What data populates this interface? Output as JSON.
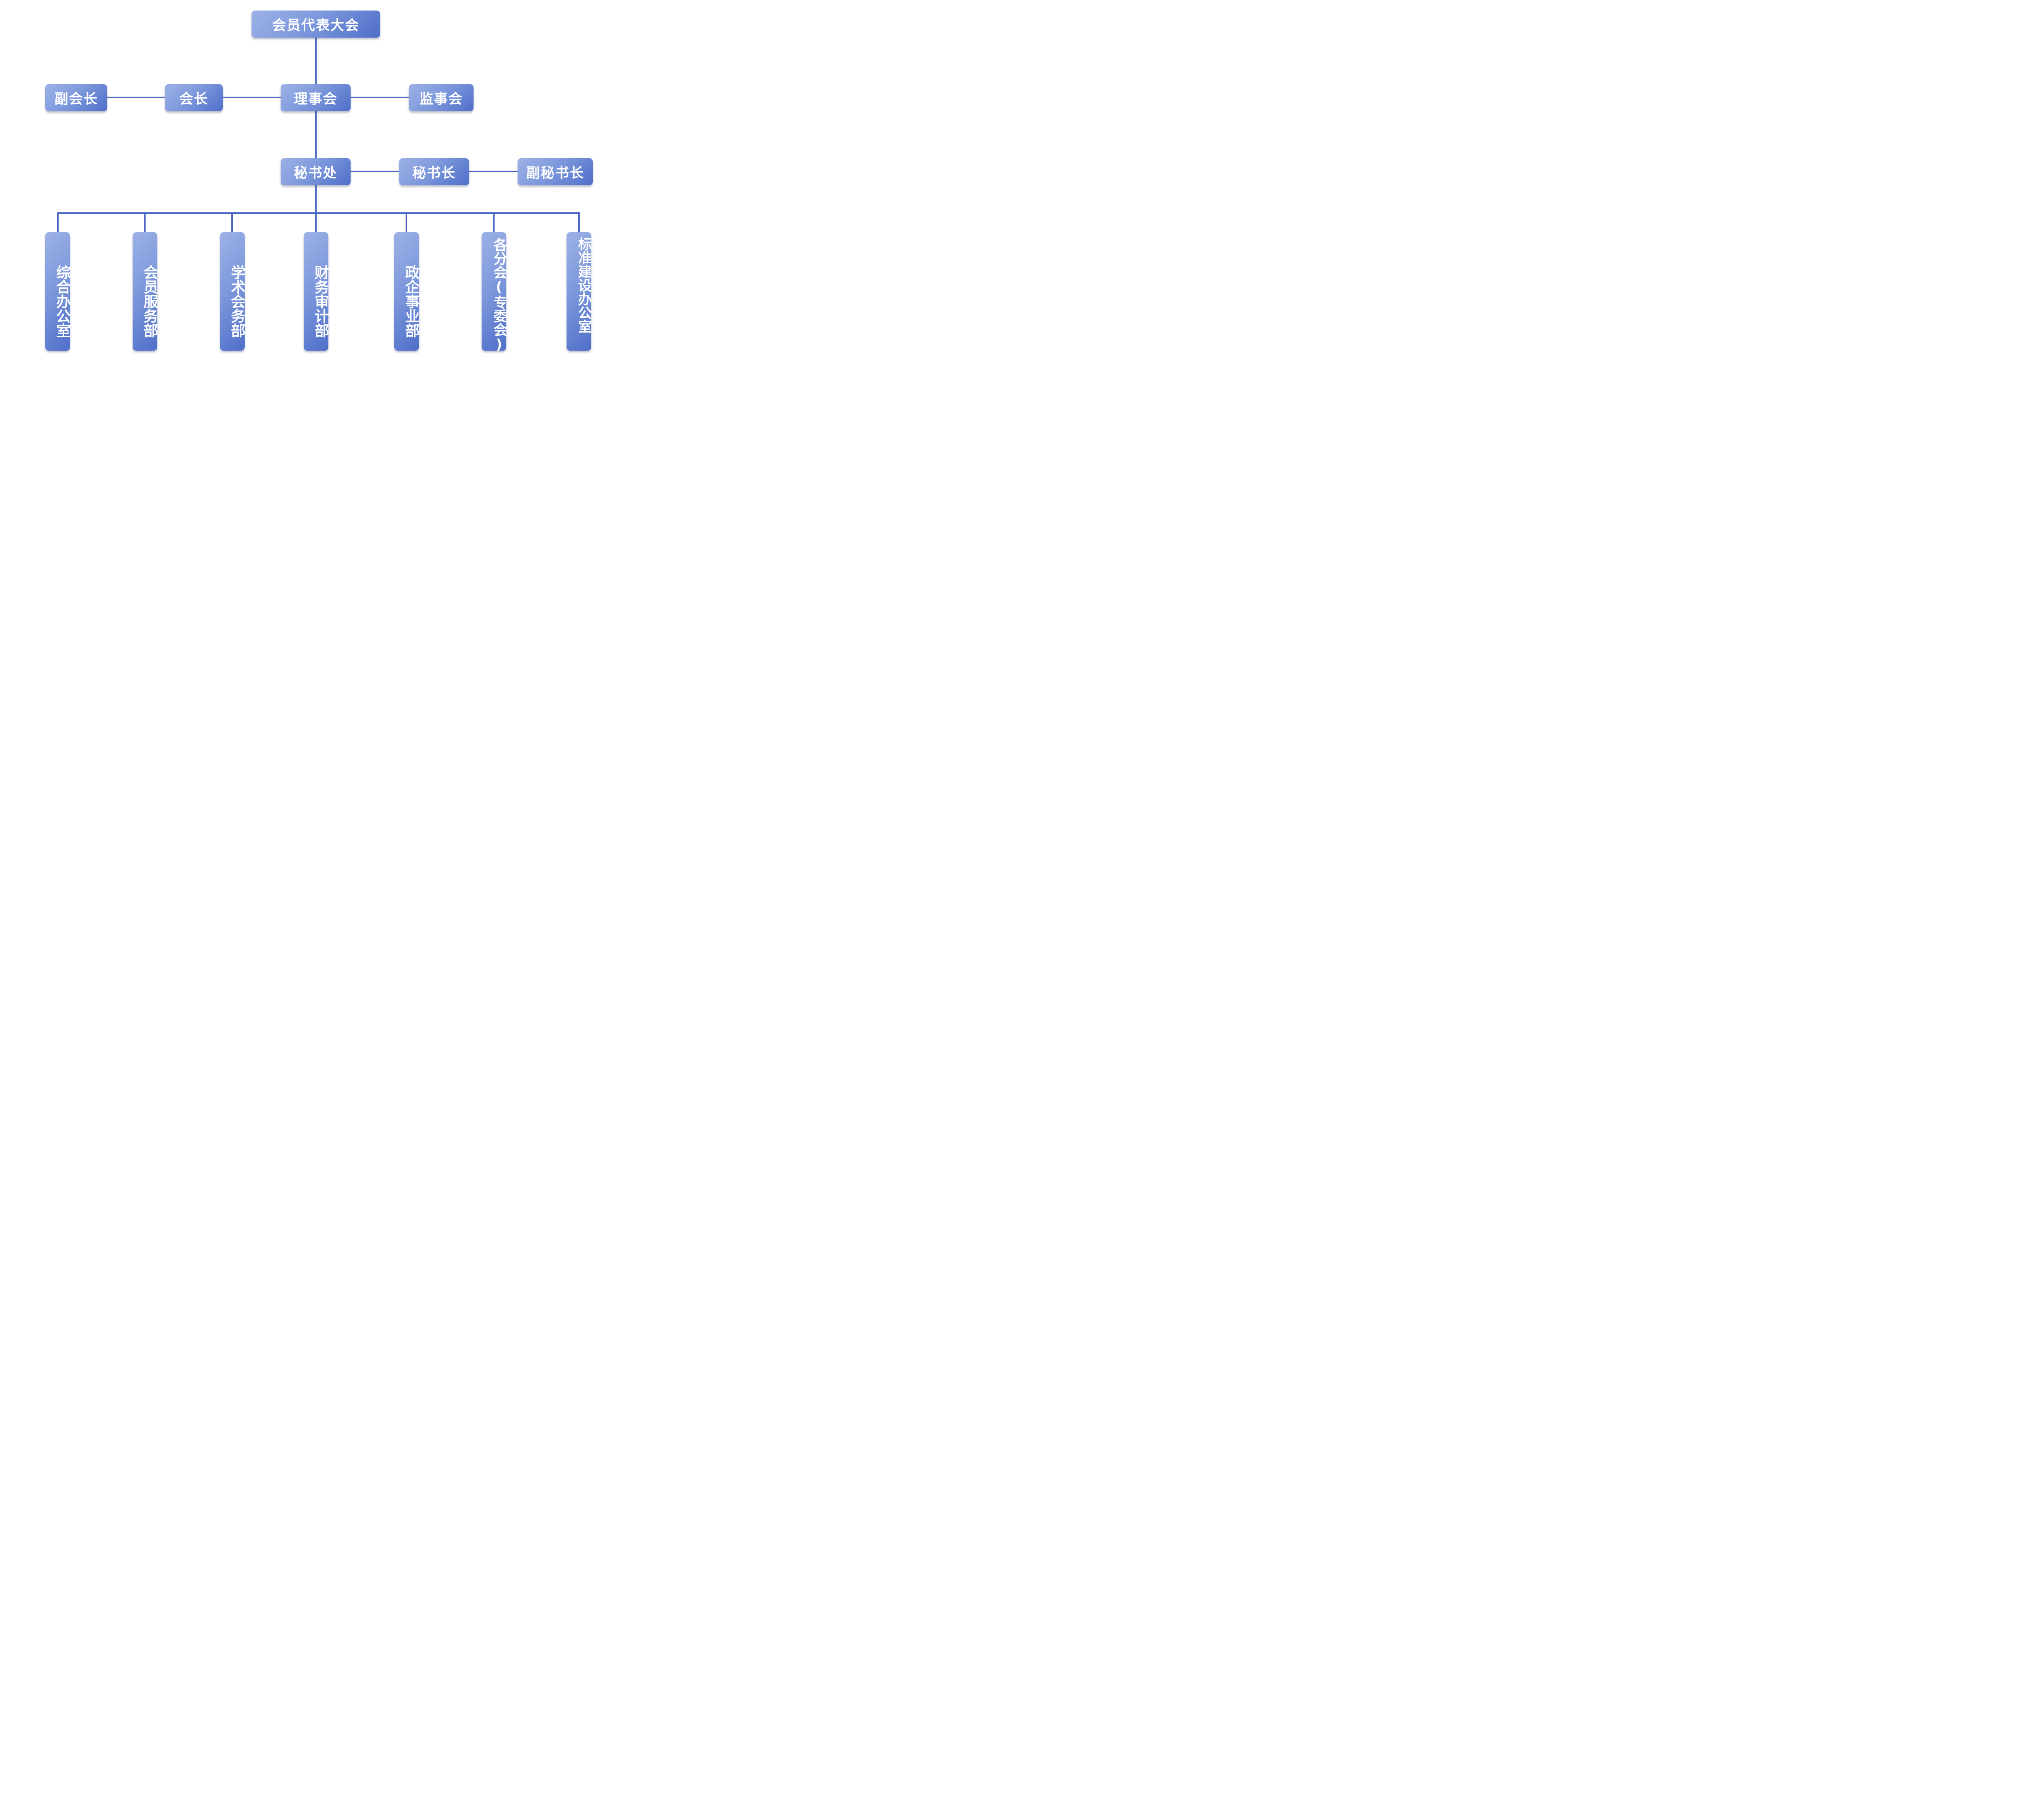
{
  "title": "会员代表大会",
  "council": "理事会",
  "president": "会长",
  "vice_president": "副会长",
  "supervisory_board": "监事会",
  "secretariat": "秘书处",
  "secretary_general": "秘书长",
  "deputy_secretary_general": "副秘书长",
  "departments": [
    "综合办公室",
    "会员服务部",
    "学术会务部",
    "财务审计部",
    "政企事业部",
    "各分会(专委会)",
    "标准建设办公室"
  ],
  "colors": {
    "box": "#6f8bd6",
    "line": "#4a67c4"
  }
}
